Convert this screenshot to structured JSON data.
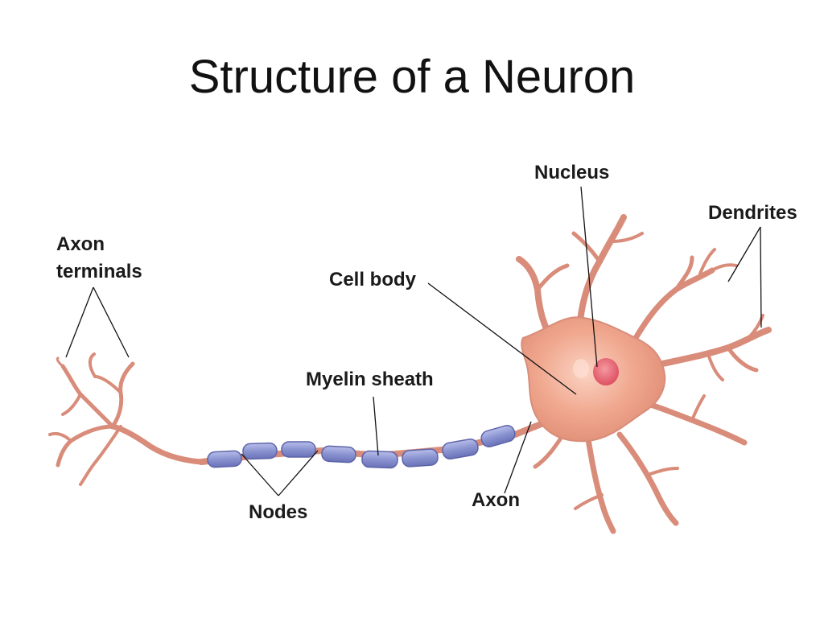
{
  "title": "Structure of a Neuron",
  "labels": {
    "axon_terminals": "Axon\nterminals",
    "nucleus": "Nucleus",
    "dendrites": "Dendrites",
    "cell_body": "Cell body",
    "myelin_sheath": "Myelin sheath",
    "nodes": "Nodes",
    "axon": "Axon"
  },
  "colors": {
    "neuron": "#d98c7a",
    "neuron_edge": "#b86e5e",
    "cell_body_center": "#f7b9a3",
    "nucleus": "#e25b6b",
    "myelin": "#8a93d0",
    "myelin_edge": "#5d64a8",
    "leader_line": "#111111"
  }
}
